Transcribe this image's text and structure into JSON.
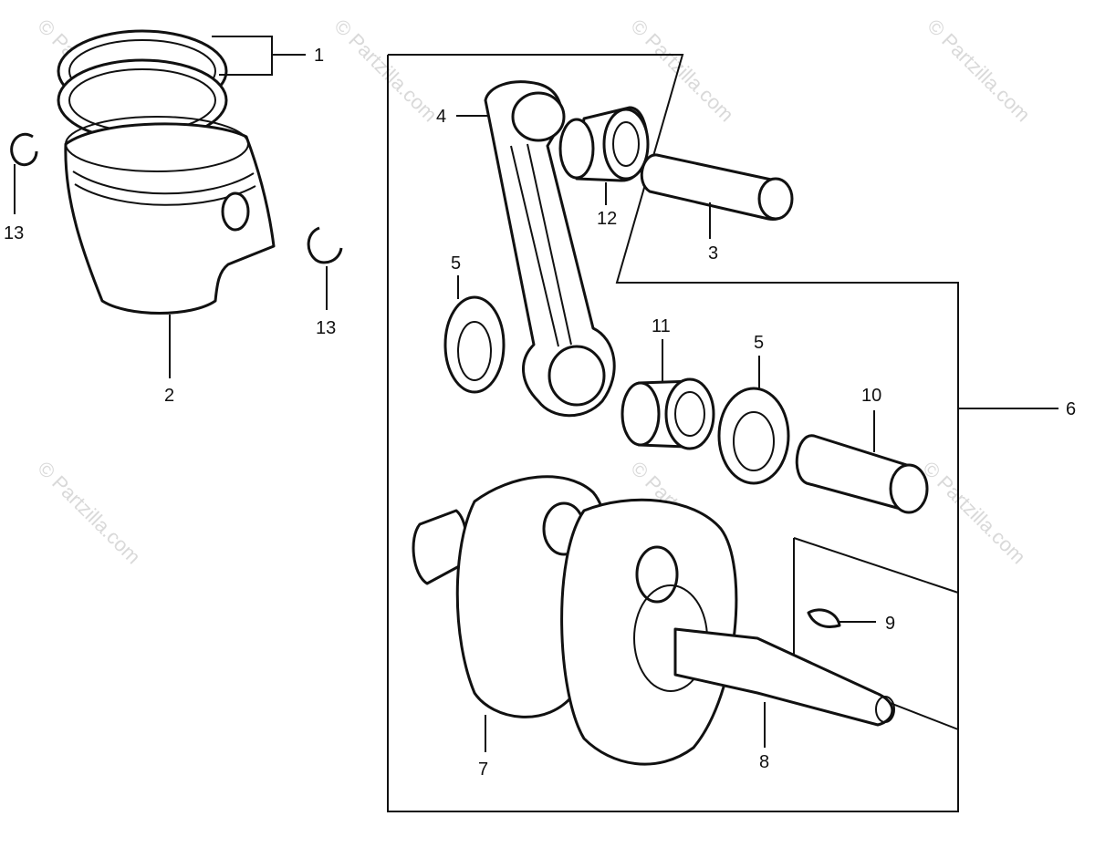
{
  "diagram": {
    "callouts": [
      {
        "id": "1",
        "label": "1"
      },
      {
        "id": "2",
        "label": "2"
      },
      {
        "id": "3",
        "label": "3"
      },
      {
        "id": "4",
        "label": "4"
      },
      {
        "id": "5a",
        "label": "5"
      },
      {
        "id": "5b",
        "label": "5"
      },
      {
        "id": "6",
        "label": "6"
      },
      {
        "id": "7",
        "label": "7"
      },
      {
        "id": "8",
        "label": "8"
      },
      {
        "id": "9",
        "label": "9"
      },
      {
        "id": "10",
        "label": "10"
      },
      {
        "id": "11",
        "label": "11"
      },
      {
        "id": "12",
        "label": "12"
      },
      {
        "id": "13a",
        "label": "13"
      },
      {
        "id": "13b",
        "label": "13"
      }
    ],
    "watermark": "© Partzilla.com"
  },
  "colors": {
    "ink": "#111111",
    "watermark": "#d9d9d9",
    "background": "#ffffff"
  }
}
